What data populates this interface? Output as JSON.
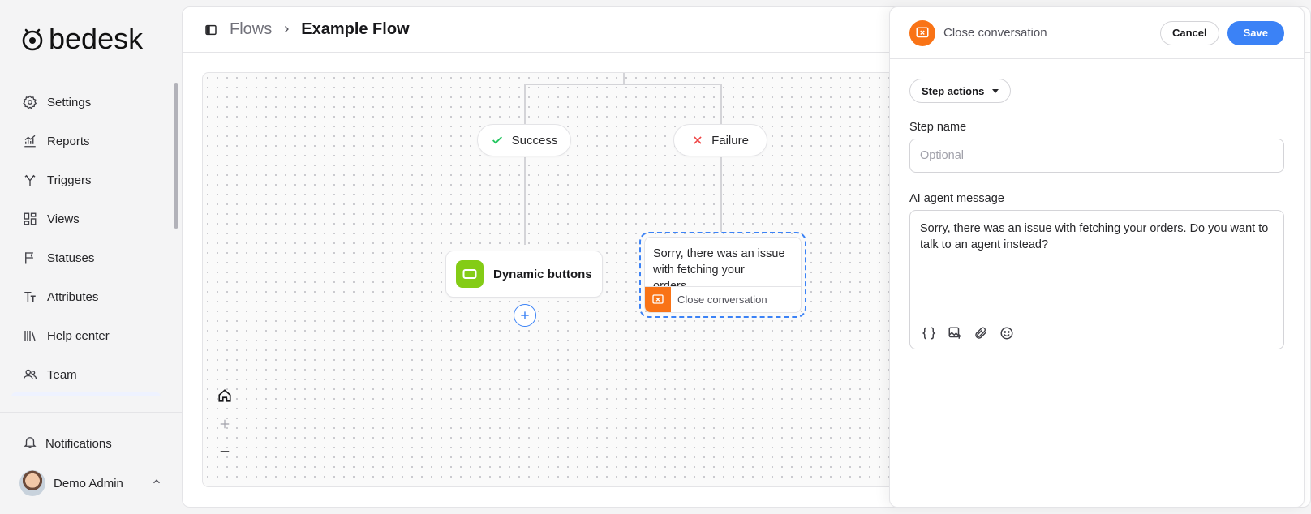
{
  "app": {
    "brand": "bedesk"
  },
  "sidebar": {
    "items": [
      {
        "label": "Settings",
        "icon": "gear-icon"
      },
      {
        "label": "Reports",
        "icon": "chart-icon"
      },
      {
        "label": "Triggers",
        "icon": "fork-icon"
      },
      {
        "label": "Views",
        "icon": "grid-icon"
      },
      {
        "label": "Statuses",
        "icon": "flag-icon"
      },
      {
        "label": "Attributes",
        "icon": "text-size-icon"
      },
      {
        "label": "Help center",
        "icon": "library-icon"
      },
      {
        "label": "Team",
        "icon": "users-icon"
      }
    ],
    "notifications": "Notifications",
    "user": "Demo Admin"
  },
  "header": {
    "breadcrumb_root": "Flows",
    "breadcrumb_current": "Example Flow"
  },
  "canvas": {
    "success_label": "Success",
    "failure_label": "Failure",
    "dynamic_node": "Dynamic buttons",
    "selected_node_text": "Sorry, there was an issue with fetching your orders....",
    "selected_node_action": "Close conversation"
  },
  "drawer": {
    "title": "Close conversation",
    "cancel": "Cancel",
    "save": "Save",
    "step_actions": "Step actions",
    "step_name_label": "Step name",
    "step_name_placeholder": "Optional",
    "message_label": "AI agent message",
    "message_value": "Sorry, there was an issue with fetching your orders. Do you want to talk to an agent instead?"
  },
  "colors": {
    "accent": "#3b82f6",
    "orange": "#f97316",
    "lime": "#84cc16",
    "success": "#22c55e",
    "failure": "#ef4444"
  }
}
